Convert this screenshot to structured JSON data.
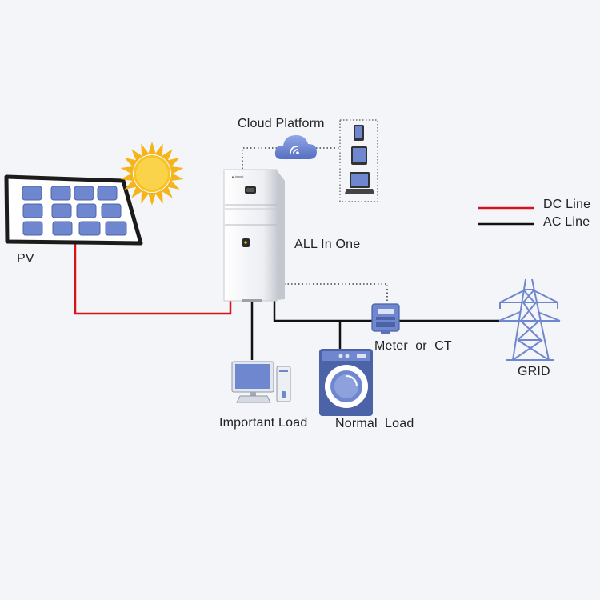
{
  "labels": {
    "cloud": "Cloud Platform",
    "pv": "PV",
    "all_in_one": "ALL In One",
    "meter": "Meter  or  CT",
    "grid": "GRID",
    "important_load": "Important Load",
    "normal_load": "Normal  Load"
  },
  "legend": {
    "dc": "DC Line",
    "ac": "AC Line"
  },
  "colors": {
    "dc_line": "#d8141b",
    "ac_line": "#111111",
    "accent_blue": "#6f87cf",
    "background": "#f3f5f8"
  },
  "icons": [
    "solar-panel-icon",
    "sun-icon",
    "cloud-icon",
    "phone-icon",
    "tablet-icon",
    "laptop-icon",
    "all-in-one-unit-icon",
    "meter-icon",
    "transmission-tower-icon",
    "computer-icon",
    "washing-machine-icon"
  ]
}
